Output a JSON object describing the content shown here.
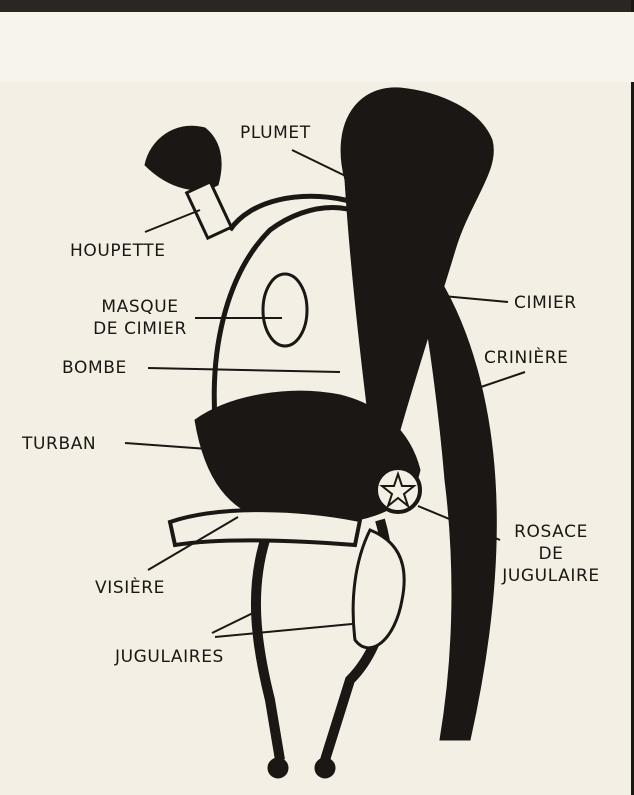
{
  "diagram": {
    "labels": {
      "plumet": "PLUMET",
      "houpette": "HOUPETTE",
      "masque_line1": "MASQUE",
      "masque_line2": "DE CIMIER",
      "bombe": "BOMBE",
      "turban": "TURBAN",
      "visiere": "VISIÈRE",
      "jugulaires": "JUGULAIRES",
      "cimier": "CIMIER",
      "criniere": "CRINIÈRE",
      "rosace_line1": "ROSACE",
      "rosace_line2": "DE",
      "rosace_line3": "JUGULAIRE"
    },
    "colors": {
      "ink": "#1a1714",
      "paper": "#f3efe4"
    }
  }
}
